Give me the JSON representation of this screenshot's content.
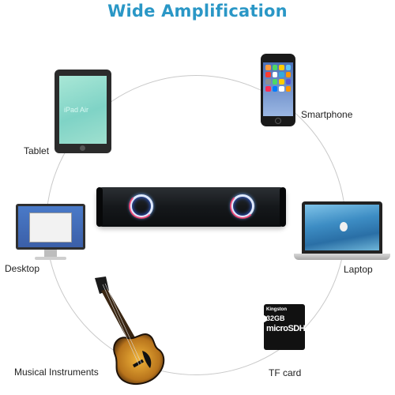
{
  "header": {
    "title": "Wide Amplification"
  },
  "devices": {
    "tablet": {
      "label": "Tablet",
      "screen_text": "iPad Air"
    },
    "smartphone": {
      "label": "Smartphone"
    },
    "desktop": {
      "label": "Desktop"
    },
    "laptop": {
      "label": "Laptop"
    },
    "guitar": {
      "label": "Musical  Instruments"
    },
    "tfcard": {
      "label": "TF card",
      "brand": "Kingston",
      "capacity": "32GB",
      "type": "microSDHC"
    }
  },
  "colors": {
    "title": "#2a97c6",
    "ring": "#c9c9c9",
    "speaker_body": "#15181b",
    "led_blue": "#6aa8ff",
    "led_red": "#ff3a6a"
  },
  "icons": {
    "tablet": "tablet-icon",
    "smartphone": "smartphone-icon",
    "desktop": "desktop-icon",
    "laptop": "laptop-icon",
    "guitar": "guitar-icon",
    "tfcard": "sd-card-icon",
    "speaker": "speaker-bar-icon"
  }
}
